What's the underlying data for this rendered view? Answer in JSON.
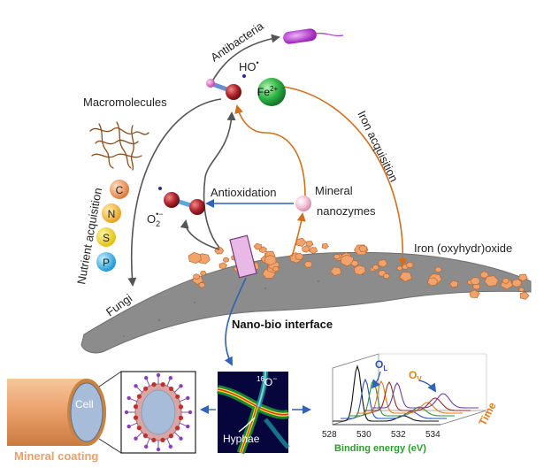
{
  "labels": {
    "antibacteria": "Antibacteria",
    "radical": "HO",
    "radical_sup": "•",
    "fe_ion": "Fe",
    "fe_charge": "2+",
    "macromolecules": "Macromolecules",
    "iron_acquisition": "Iron acquisition",
    "nutrient_acquisition": "Nutrient acquisition",
    "antioxidation": "Antioxidation",
    "mineral_nanozymes_line1": "Mineral",
    "mineral_nanozymes_line2": "nanozymes",
    "superoxide": "O",
    "superoxide_sub": "2",
    "superoxide_sup": "•−",
    "iron_oxide": "Iron (oxyhydr)oxide",
    "fungi": "Fungi",
    "nano_bio_interface": "Nano-bio interface",
    "cell": "Cell",
    "mineral_coating": "Mineral coating",
    "hyphae": "Hyphae",
    "isotope_mass": "16",
    "isotope_element": "O",
    "isotope_charge": "−",
    "o_lattice": "O",
    "o_lattice_sub": "L",
    "o_vacancy": "O",
    "o_vacancy_sub": "V",
    "time": "Time",
    "binding_energy": "Binding energy (eV)"
  },
  "elements": [
    "C",
    "N",
    "S",
    "P"
  ],
  "spectrum": {
    "x_ticks": [
      "528",
      "530",
      "532",
      "534"
    ]
  },
  "colors": {
    "fungi": "#8c8c8c",
    "mineral": "#f2a36c",
    "arrow_dark": "#555555",
    "arrow_orange": "#d26f1d",
    "arrow_blue": "#2e63b8",
    "radical_red": "#b0232a",
    "fe_green": "#2fb546",
    "nanozyme_pink": "#f2c4d6",
    "bacteria_purple": "#c13fd8",
    "coating_orange": "#e9a06a",
    "cell_blue": "#a7bcd8",
    "time_orange": "#e07b1b",
    "o_l_blue": "#2952b0",
    "o_v_orange": "#d8861c"
  }
}
